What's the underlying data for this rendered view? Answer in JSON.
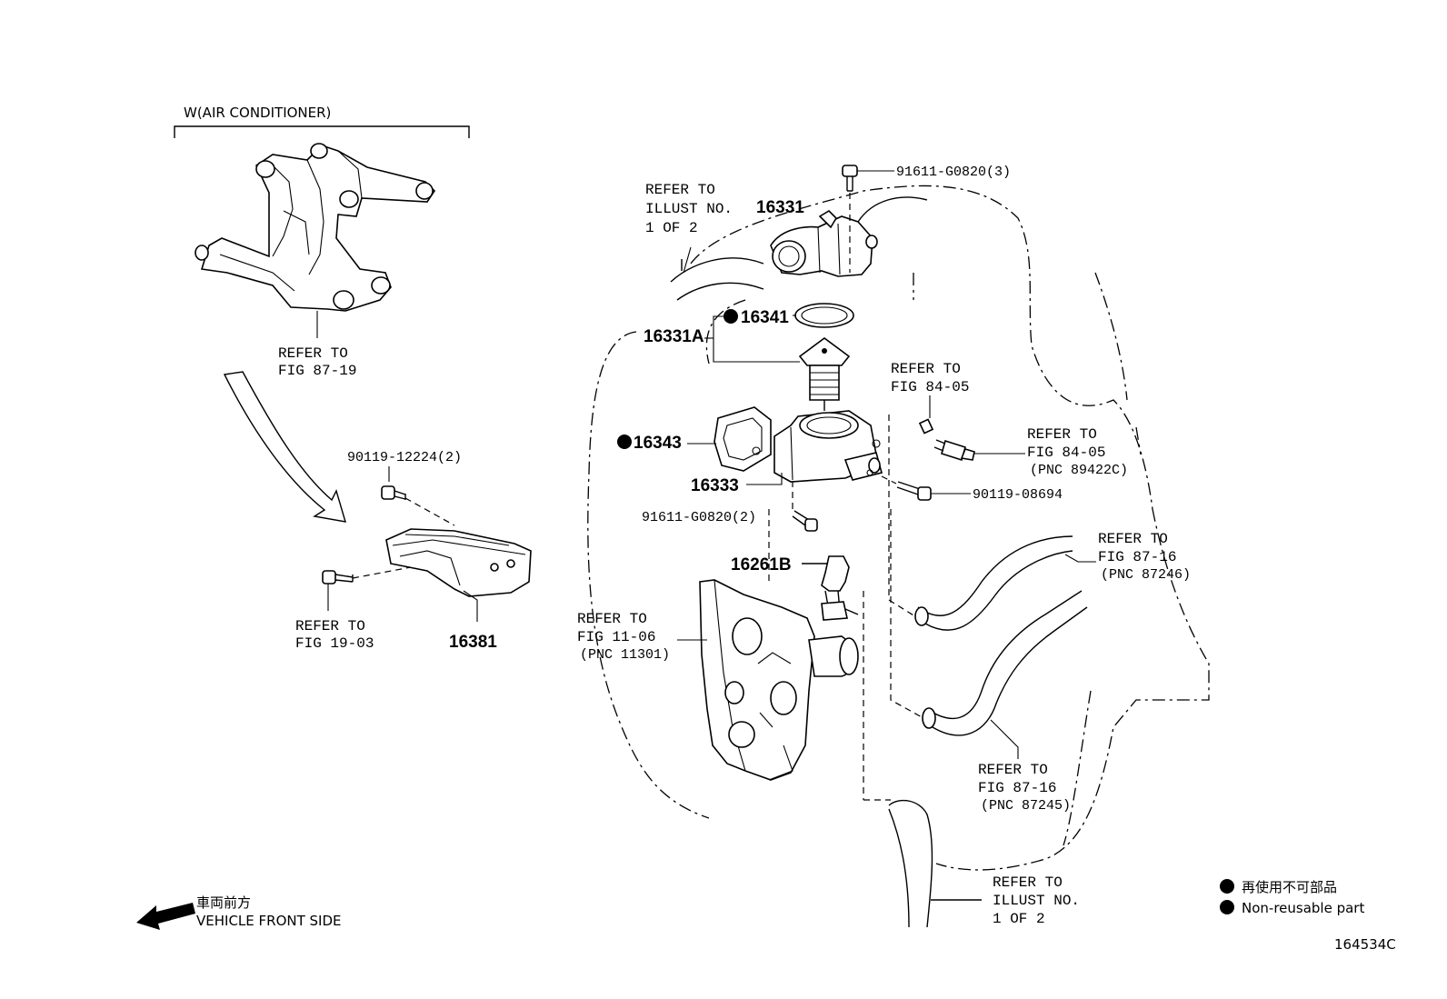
{
  "options": {
    "w_air_conditioner": "W(AIR CONDITIONER)"
  },
  "parts": {
    "p16331": "16331",
    "p16331a": "16331A",
    "p16341": "16341",
    "p16343": "16343",
    "p16333": "16333",
    "p16261b": "16261B",
    "p16381": "16381",
    "bolt_91611_3": "91611-G0820(3)",
    "bolt_91611_2": "91611-G0820(2)",
    "bolt_90119_08694": "90119-08694",
    "bolt_90119_12224": "90119-12224(2)"
  },
  "references": {
    "illust_top": [
      "REFER TO",
      "ILLUST NO.",
      "1 OF 2"
    ],
    "illust_bottom": [
      "REFER TO",
      "ILLUST NO.",
      "1 OF 2"
    ],
    "fig_87_19": [
      "REFER TO",
      "FIG 87-19"
    ],
    "fig_19_03": [
      "REFER TO",
      "FIG 19-03"
    ],
    "fig_84_05_a": [
      "REFER TO",
      "FIG 84-05"
    ],
    "fig_84_05_b": [
      "REFER TO",
      "FIG 84-05",
      "(PNC 89422C)"
    ],
    "fig_87_16_a": [
      "REFER TO",
      "FIG 87-16",
      "(PNC 87246)"
    ],
    "fig_87_16_b": [
      "REFER TO",
      "FIG 87-16",
      "(PNC 87245)"
    ],
    "fig_11_06": [
      "REFER TO",
      "FIG 11-06",
      "(PNC 11301)"
    ]
  },
  "orientation": {
    "label_jp": "車両前方",
    "label_en": "VEHICLE FRONT SIDE",
    "icon": "front-arrow-icon"
  },
  "legend": {
    "label_jp": "再使用不可部品",
    "label_en": "Non-reusable part",
    "icon": "filled-circle-icon"
  },
  "diagram_id": "164534C"
}
